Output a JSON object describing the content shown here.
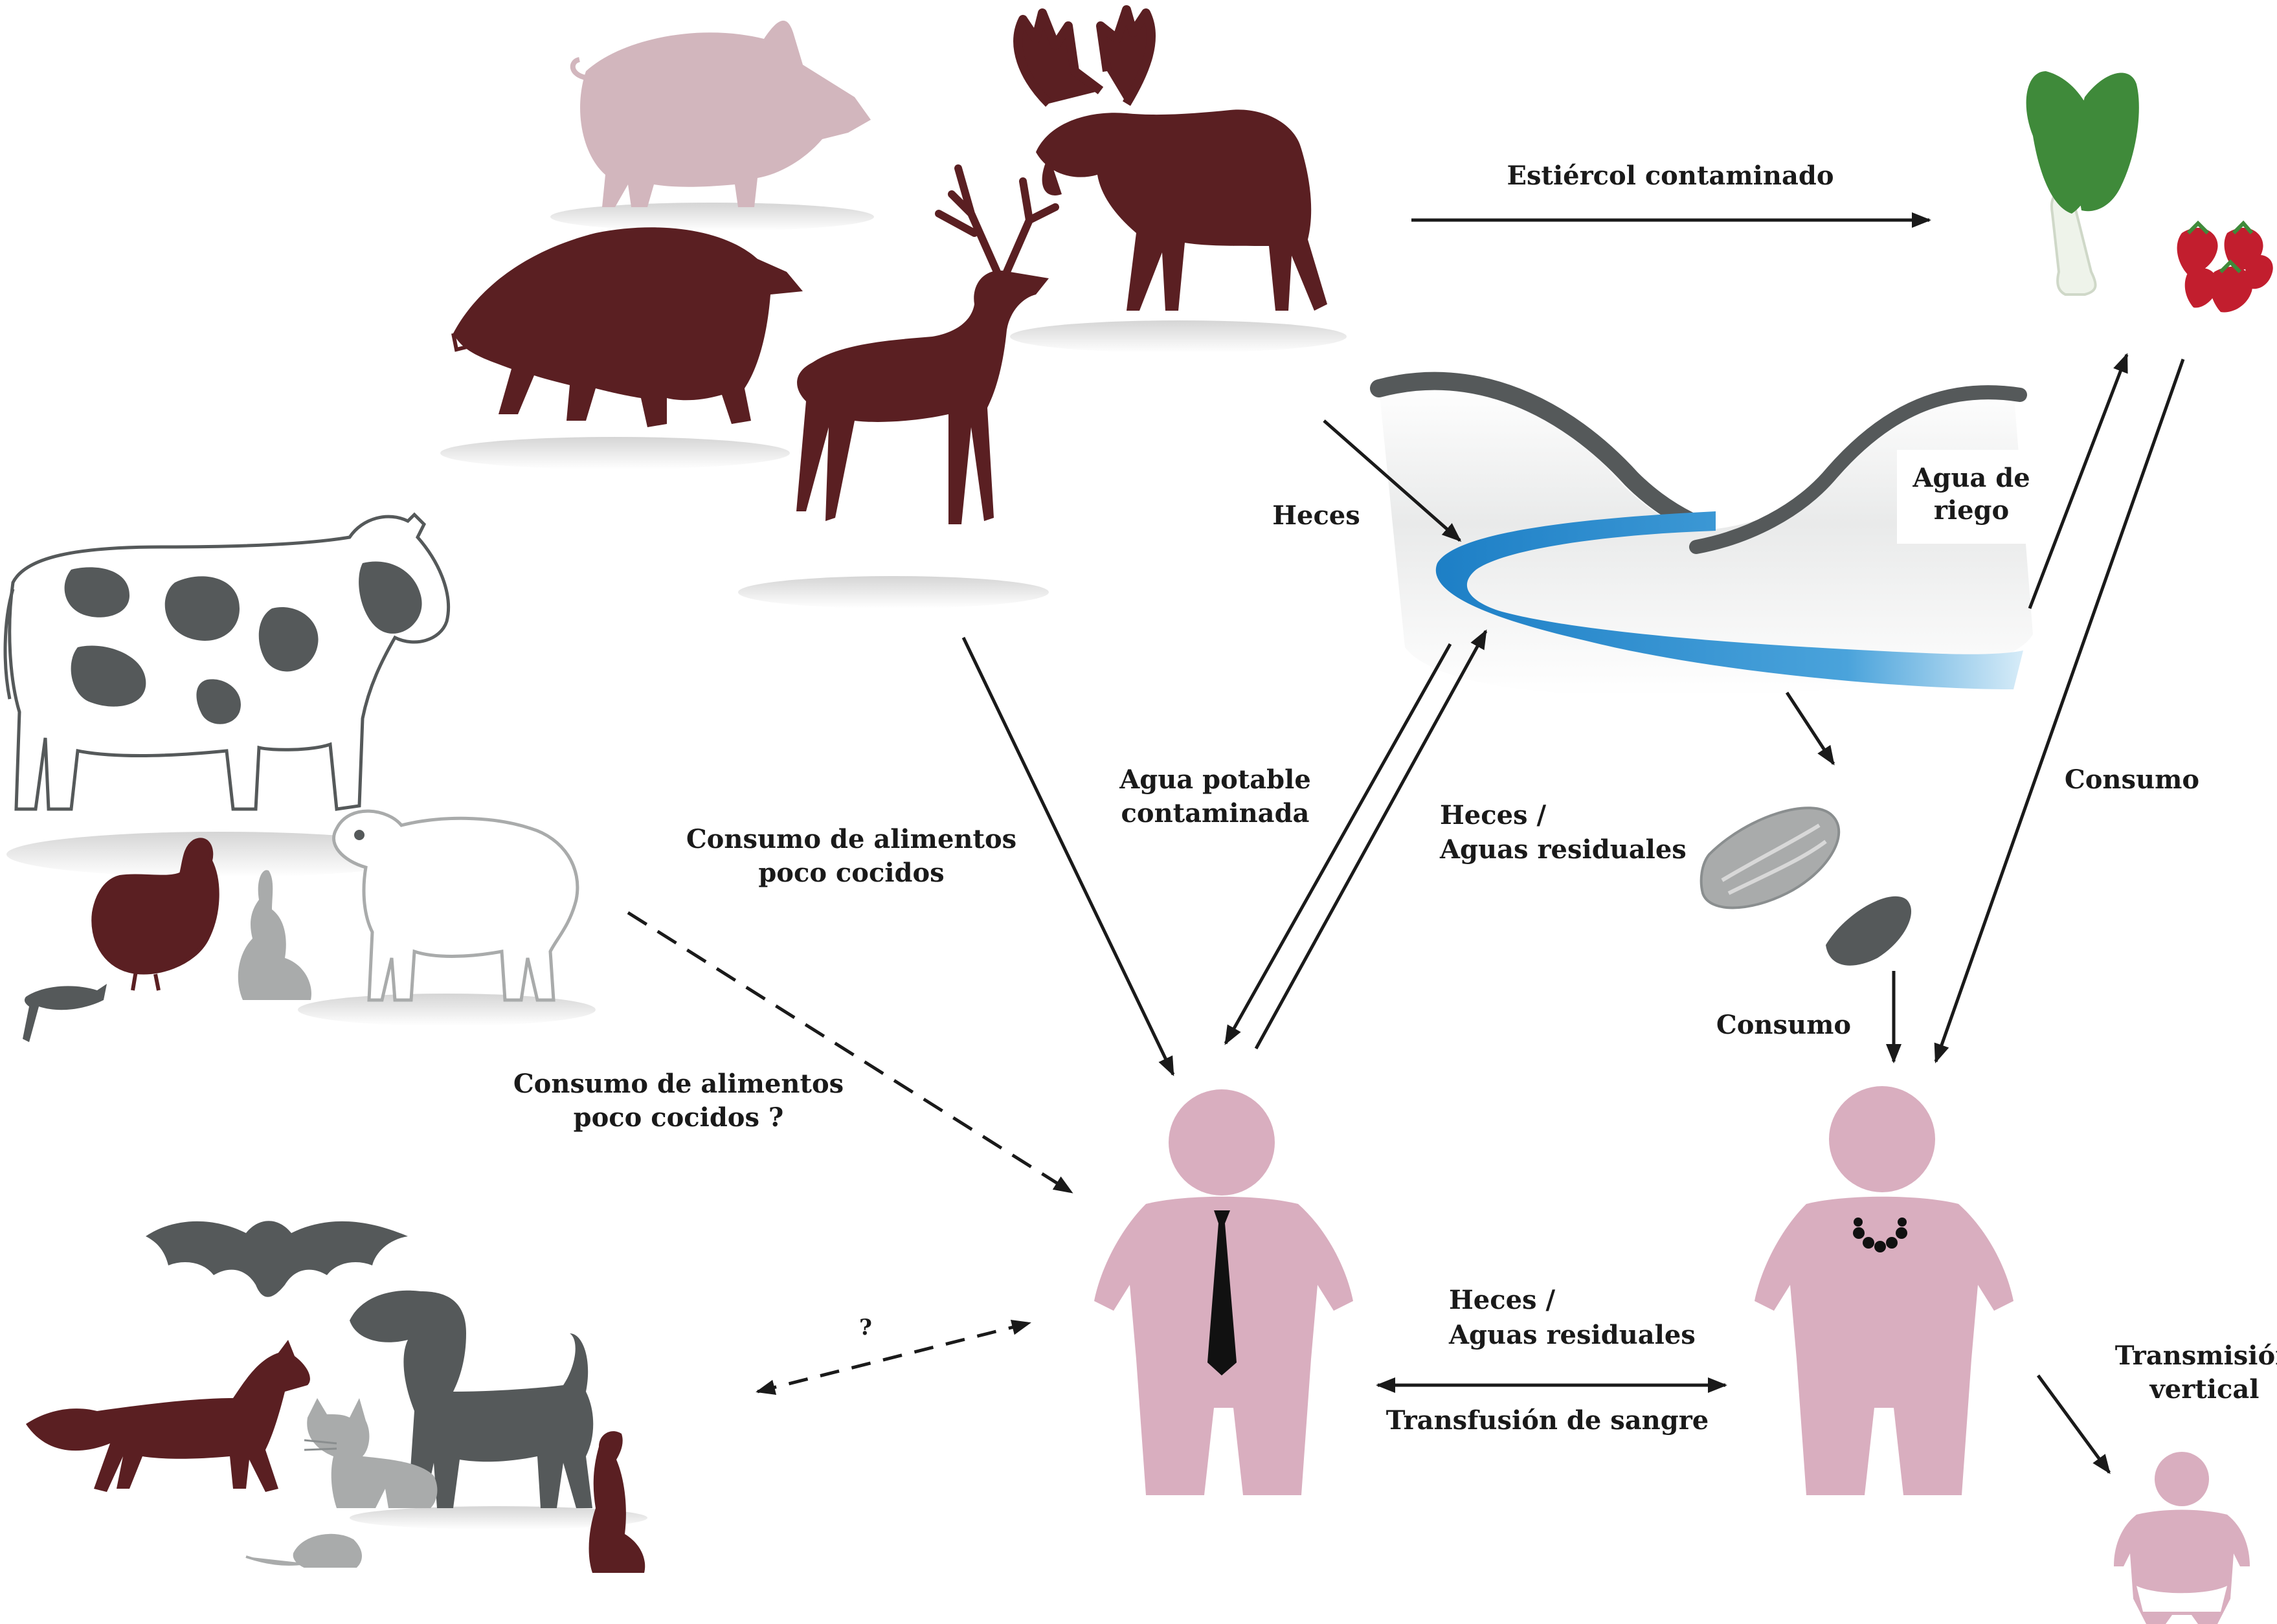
{
  "labels": {
    "estiercol": "Estiércol contaminado",
    "heces": "Heces",
    "agua_riego_1": "Agua de",
    "agua_riego_2": "riego",
    "agua_potable_1": "Agua potable",
    "agua_potable_2": "contaminada",
    "heces_aguas_1_l1": "Heces /",
    "heces_aguas_1_l2": "Aguas residuales",
    "consumo_alimentos_1_l1": "Consumo de alimentos",
    "consumo_alimentos_1_l2": "poco cocidos",
    "consumo_alimentos_2_l1": "Consumo de alimentos",
    "consumo_alimentos_2_l2": "poco cocidos ?",
    "consumo_mariscos": "Consumo",
    "consumo_vegetales": "Consumo",
    "question": "?",
    "heces_aguas_2_l1": "Heces /",
    "heces_aguas_2_l2": "Aguas residuales",
    "transfusion": "Transfusión de sangre",
    "transmision_l1": "Transmisión",
    "transmision_l2": "vertical"
  },
  "colors": {
    "wild": "#5a1f22",
    "pig": "#d2b6bd",
    "human": "#d9aebf",
    "dark_gray": "#55595a",
    "mid_gray": "#8a8e8f",
    "light_gray": "#a9abab",
    "water": "#2f8fd0",
    "leaf": "#3f8a3a",
    "berry": "#c21e2e"
  },
  "icons": [
    "pig-icon",
    "wild-boar-icon",
    "deer-icon",
    "moose-icon",
    "cow-icon",
    "sheep-icon",
    "chicken-icon",
    "rabbit-icon",
    "fish-icon",
    "bat-icon",
    "fox-icon",
    "dog-icon",
    "cat-icon",
    "mouse-icon",
    "meerkat-icon",
    "river-landscape-icon",
    "oyster-icon",
    "mussel-icon",
    "spinach-icon",
    "strawberries-icon",
    "man-icon",
    "woman-icon",
    "baby-icon"
  ]
}
